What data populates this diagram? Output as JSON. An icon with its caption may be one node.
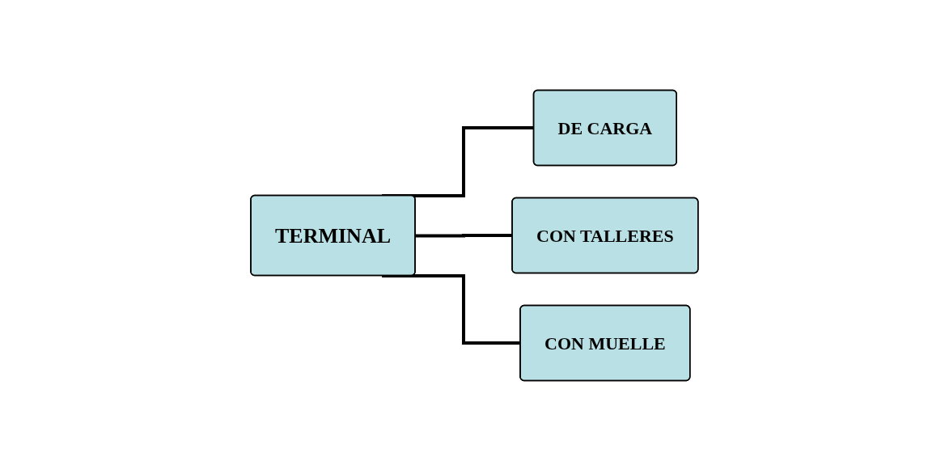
{
  "diagram": {
    "nodes": [
      {
        "text": [
          "TERMINAL"
        ]
      },
      {
        "text": [
          "DE CARGA"
        ]
      },
      {
        "text": [
          "CON TALLERES"
        ]
      },
      {
        "text": [
          "CON MUELLE"
        ]
      }
    ],
    "edges": [
      {
        "from": 0,
        "to": 1,
        "arrow": "none"
      },
      {
        "from": 0,
        "to": 2,
        "arrow": "none"
      },
      {
        "from": 0,
        "to": 3,
        "arrow": "none"
      }
    ]
  }
}
